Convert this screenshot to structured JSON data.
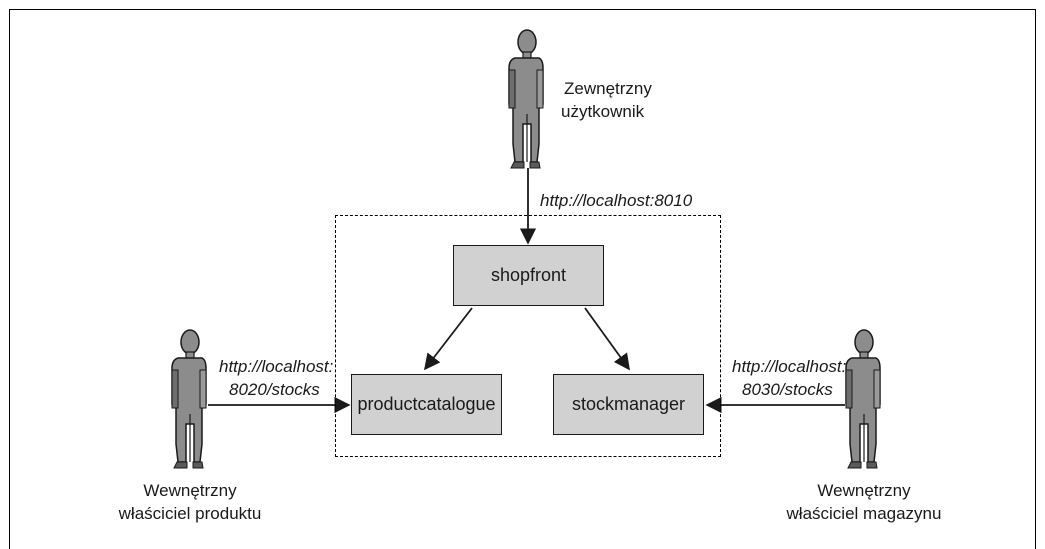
{
  "nodes": {
    "shopfront": "shopfront",
    "productcatalogue": "productcatalogue",
    "stockmanager": "stockmanager"
  },
  "actors": {
    "external_user": [
      "Zewnętrzny",
      "użytkownik"
    ],
    "product_owner": [
      "Wewnętrzny",
      "właściciel produktu"
    ],
    "stock_owner": [
      "Wewnętrzny",
      "właściciel magazynu"
    ]
  },
  "links": {
    "external": "http://localhost:8010",
    "product": [
      "http://localhost:",
      "8020/stocks"
    ],
    "stock": [
      "http://localhost:",
      "8030/stocks"
    ]
  },
  "colors": {
    "box_fill": "#d1d1d1",
    "person": "#8c8c8c",
    "person_dark": "#6e6e6e",
    "line": "#1a1a1a"
  }
}
